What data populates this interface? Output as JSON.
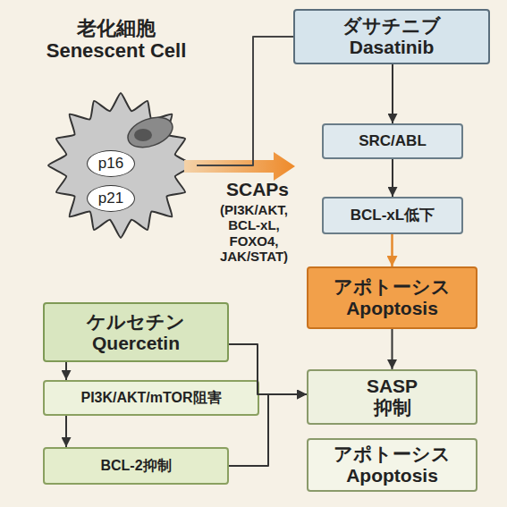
{
  "diagram": {
    "nodes": [
      {
        "text": [
          "老化細胞 Senescent Cell"
        ]
      },
      {
        "text": [
          "p16"
        ],
        "in": 0
      },
      {
        "text": [
          "p21"
        ],
        "in": 0
      },
      {
        "text": [
          "ダサチニブ Dasatinib"
        ]
      },
      {
        "text": [
          "SRC/ABL"
        ]
      },
      {
        "text": [
          "BCL-xL低下"
        ]
      },
      {
        "text": [
          "アポトーシス Apoptosis"
        ]
      },
      {
        "text": [
          "SASP 抑制"
        ]
      },
      {
        "text": [
          "アポトーシス Apoptosis"
        ]
      },
      {
        "text": [
          "ケルセチン Quercetin"
        ]
      },
      {
        "text": [
          "PI3K/AKT/mTOR阻害"
        ]
      },
      {
        "text": [
          "BCL-2抑制"
        ]
      }
    ],
    "edges": [
      {
        "from": 0,
        "to": 3,
        "arrow": "none"
      },
      {
        "from": 3,
        "to": 4,
        "arrow": "to"
      },
      {
        "from": 4,
        "to": 5,
        "arrow": "to"
      },
      {
        "from": 5,
        "to": 6,
        "arrow": "to"
      },
      {
        "from": 6,
        "to": 7,
        "arrow": "to"
      },
      {
        "from": 9,
        "to": 10,
        "arrow": "to"
      },
      {
        "from": 10,
        "to": 11,
        "arrow": "to"
      },
      {
        "from": 9,
        "to": 7,
        "arrow": "to"
      },
      {
        "from": 11,
        "to": 7,
        "arrow": "to"
      }
    ],
    "labels": [
      "SCAPs",
      "(PI3K/AKT, BCL-xL, FOXO4, JAK/STAT)"
    ]
  }
}
